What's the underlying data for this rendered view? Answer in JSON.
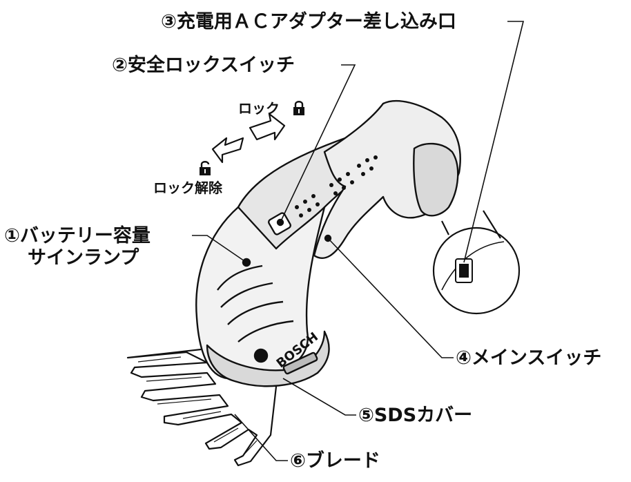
{
  "labels": {
    "battery_lamp_line1": "①バッテリー容量",
    "battery_lamp_line2": "サインランプ",
    "safety_lock": "②安全ロックスイッチ",
    "ac_port": "③充電用ＡＣアダプター差し込み口",
    "main_switch": "④メインスイッチ",
    "sds_cover": "⑤SDSカバー",
    "blade": "⑥ブレード",
    "lock": "ロック",
    "unlock": "ロック解除",
    "brand": "BOSCH"
  },
  "icons": {
    "lock": "padlock-closed",
    "unlock": "padlock-open"
  },
  "colors": {
    "ink": "#111111",
    "paper": "#ffffff",
    "body_shade": "#d9d9d9"
  }
}
